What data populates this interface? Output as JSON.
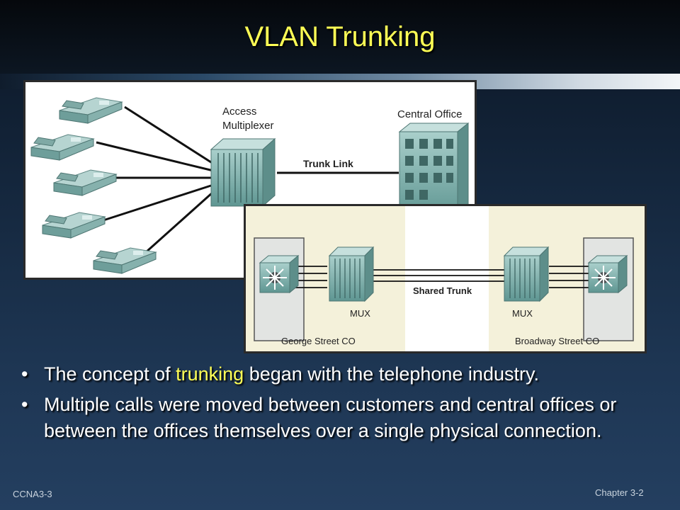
{
  "title": "VLAN Trunking",
  "diagram1": {
    "mux_label_line1": "Access",
    "mux_label_line2": "Multiplexer",
    "co_label": "Central Office",
    "trunk_label": "Trunk Link"
  },
  "diagram2": {
    "trunk_label": "Shared Trunk",
    "mux_left": "MUX",
    "mux_right": "MUX",
    "left_site": "George Street CO",
    "right_site": "Broadway Street CO"
  },
  "bullets": [
    {
      "before": "The concept of ",
      "highlight": "trunking",
      "after": " began with the telephone industry."
    },
    {
      "text": "Multiple calls were moved between customers and central offices or between the offices themselves over a single physical connection."
    }
  ],
  "footer": {
    "left": "CCNA3-3",
    "right": "Chapter 3-2"
  }
}
